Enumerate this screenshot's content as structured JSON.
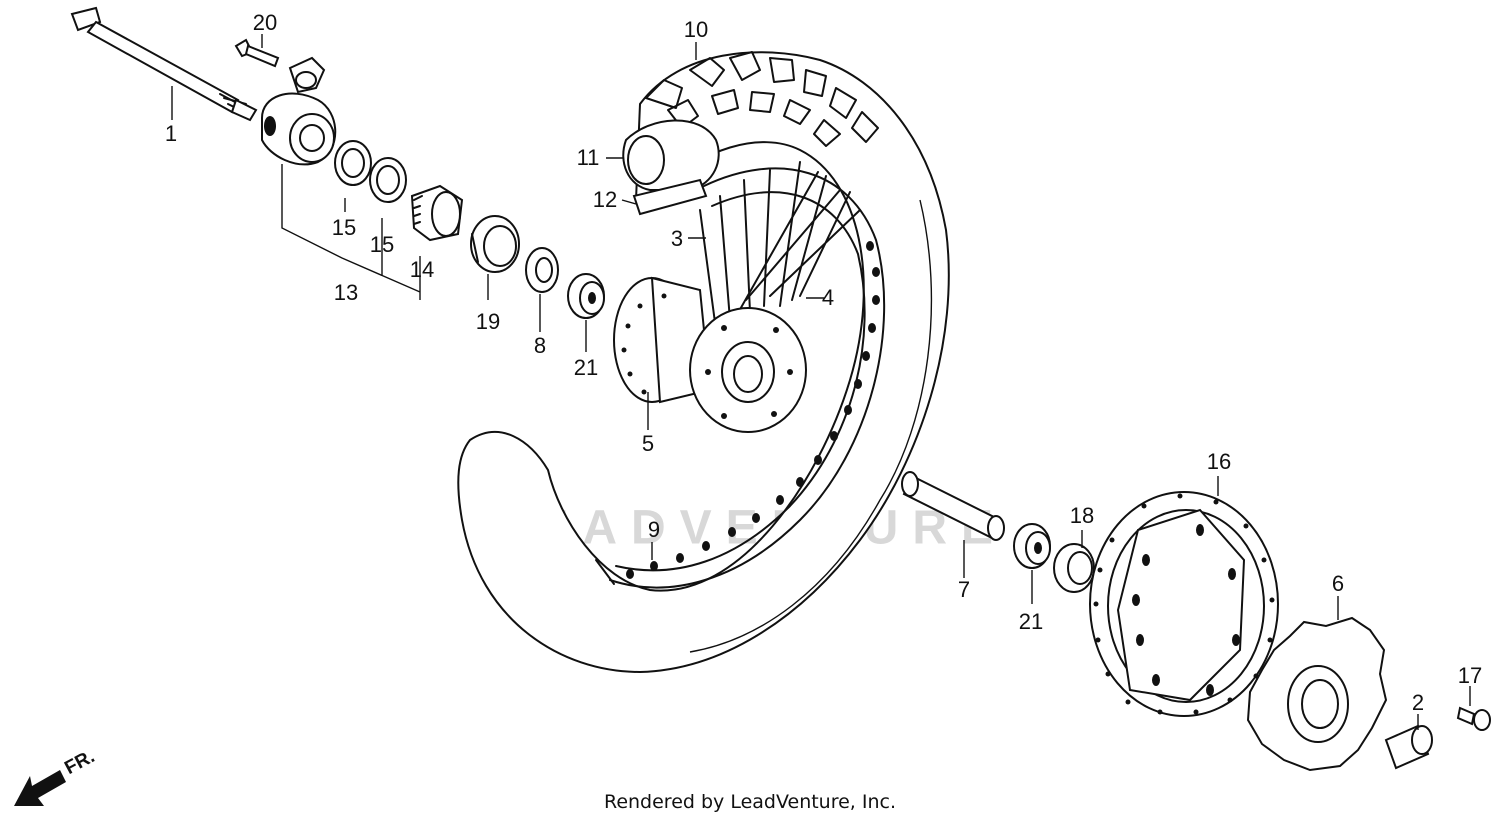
{
  "diagram": {
    "watermark": "LEADVENTURE",
    "footer": "Rendered by LeadVenture, Inc.",
    "front_indicator": "FR.",
    "callouts": [
      "20",
      "1",
      "15",
      "15",
      "14",
      "13",
      "19",
      "8",
      "21",
      "10",
      "11",
      "12",
      "3",
      "4",
      "5",
      "9",
      "7",
      "21",
      "18",
      "16",
      "6",
      "17",
      "2"
    ]
  }
}
